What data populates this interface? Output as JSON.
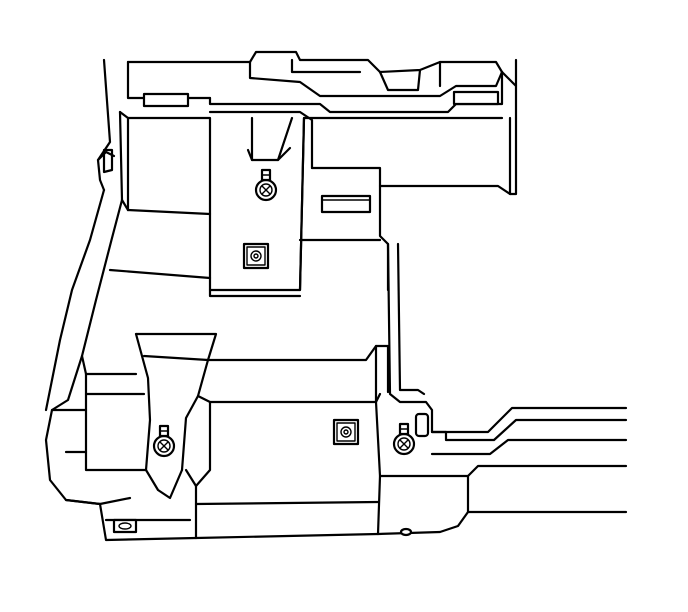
{
  "diagram": {
    "kind": "line-art",
    "colors": {
      "line": "#000000",
      "background": "#ffffff"
    },
    "parts": {
      "upper_bracket": "bracket-panel",
      "lower_bracket": "bracket-panel",
      "fasteners": [
        "bolt-icon",
        "bolt-icon",
        "bolt-icon"
      ],
      "clips": [
        "square-clip-icon",
        "square-clip-icon"
      ]
    }
  }
}
